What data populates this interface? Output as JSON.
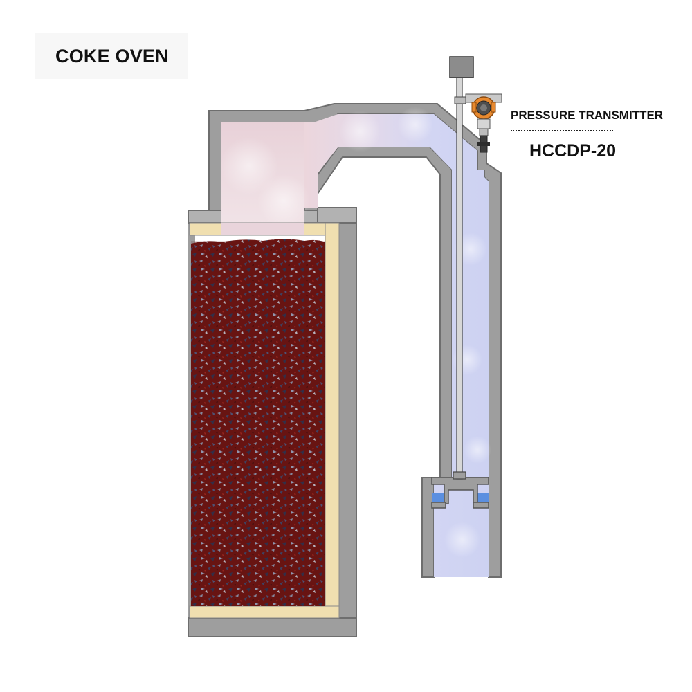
{
  "title": "COKE OVEN",
  "transmitter": {
    "label": "PRESSURE TRANSMITTER",
    "model": "HCCDP-20"
  },
  "colors": {
    "wall": "#9e9e9e",
    "wall_inner": "#b9b9b9",
    "insulation": "#f0dfb0",
    "coke": "#6a1512",
    "gas_warm": "#e9d4db",
    "gas_cool": "#cfd3f2",
    "seal_water": "#5b8fe0",
    "transmitter_orange": "#e8892e"
  },
  "icons": {
    "transmitter": "pressure-transmitter-icon",
    "actuator": "actuator-box-icon"
  }
}
